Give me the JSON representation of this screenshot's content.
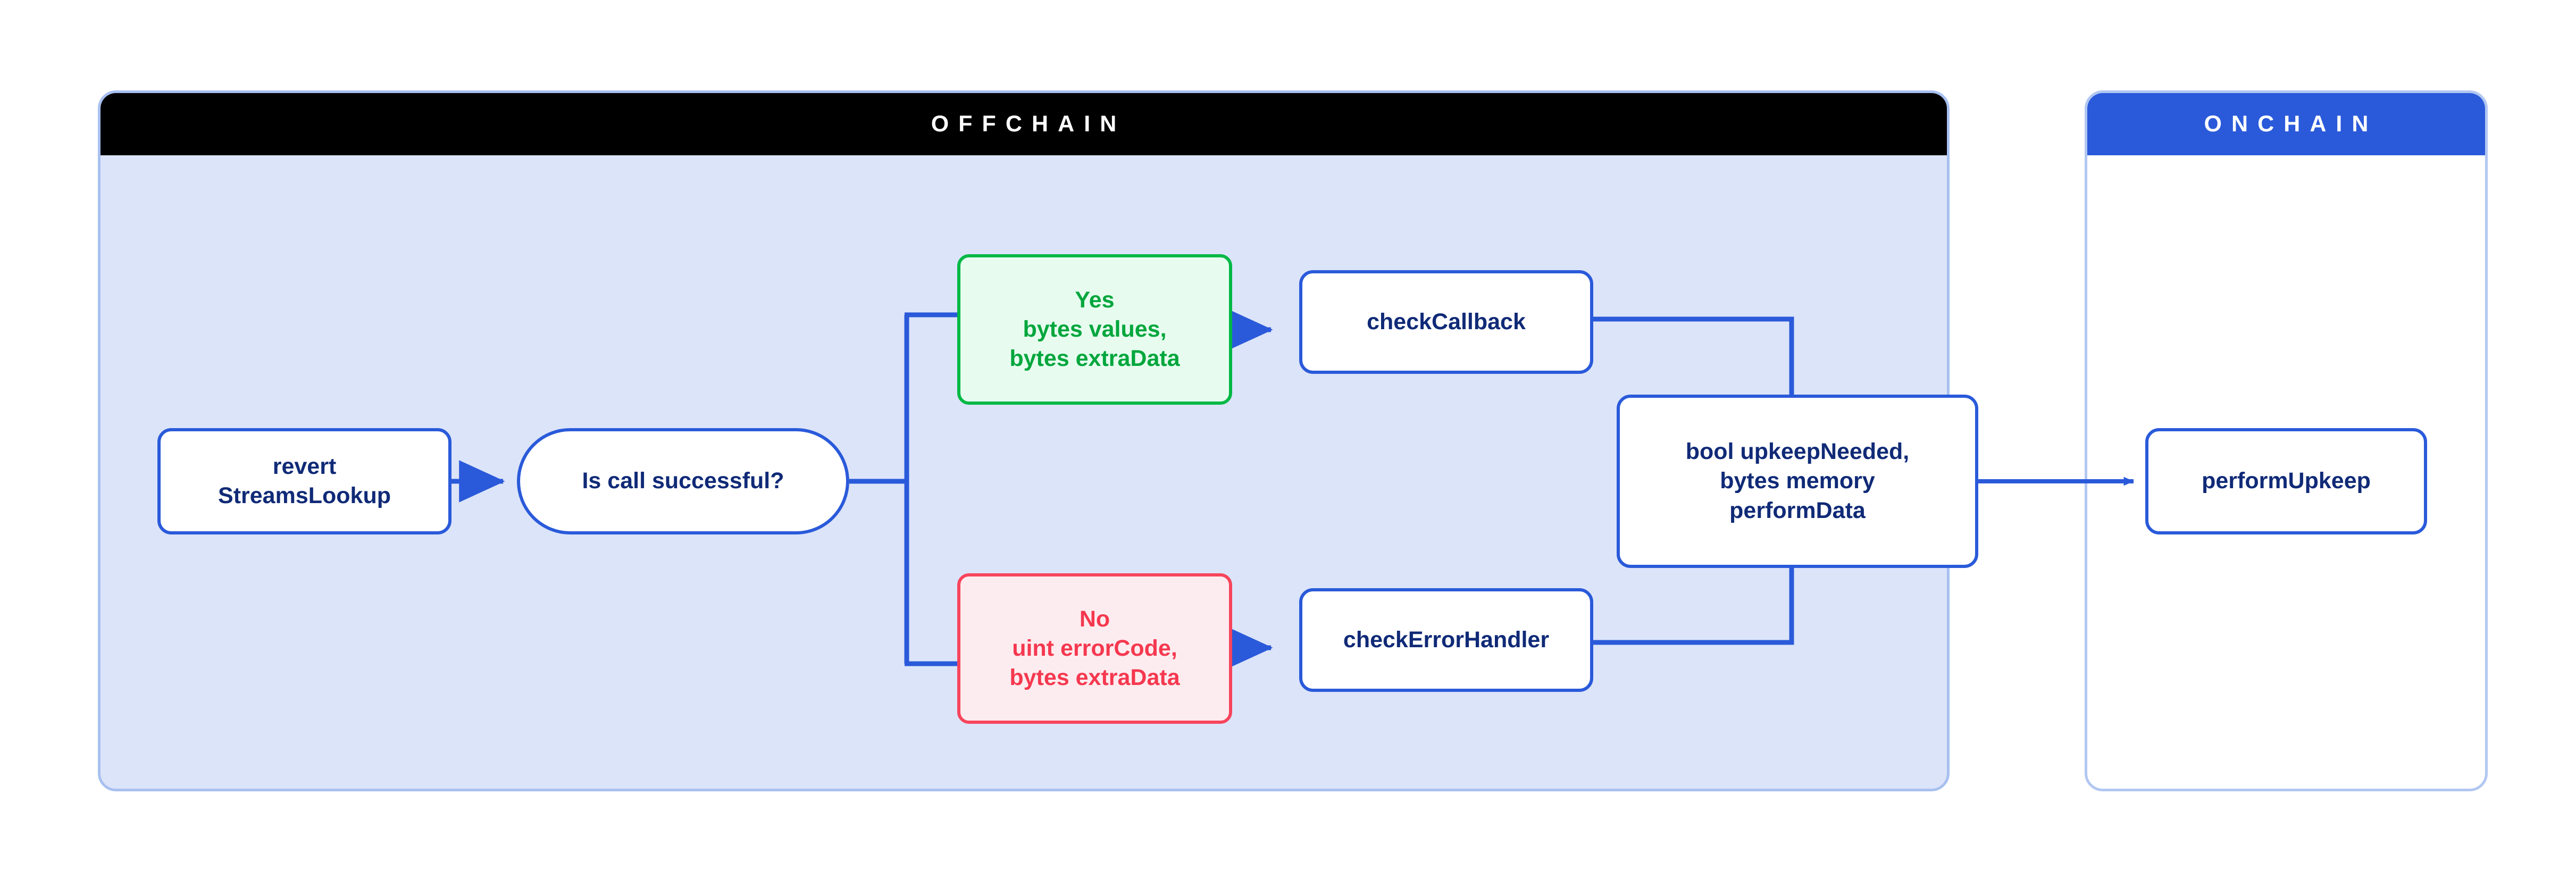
{
  "diagram": {
    "title": "Chainlink Automation StreamsLookup offchain/onchain flow",
    "colors": {
      "accent_blue": "#2a5ada",
      "node_text_navy": "#102a77",
      "offchain_panel_bg": "#dce4f9",
      "offchain_panel_border": "#a8c0f0",
      "offchain_header_bg": "#000000",
      "onchain_panel_bg": "#ffffff",
      "onchain_header_bg": "#2a5ada",
      "success_green": "#00b845",
      "success_green_bg": "#e7fcef",
      "error_red": "#f7455c",
      "error_red_bg": "#fdecef"
    }
  },
  "panels": {
    "offchain": {
      "header": "OFFCHAIN"
    },
    "onchain": {
      "header": "ONCHAIN"
    }
  },
  "nodes": {
    "revert": {
      "label": "revert\nStreamsLookup",
      "shape": "rounded-rect"
    },
    "decision": {
      "label": "Is call successful?",
      "shape": "stadium"
    },
    "yes_branch": {
      "label": "Yes\nbytes values,\nbytes extraData",
      "shape": "rounded-rect"
    },
    "no_branch": {
      "label": "No\nuint errorCode,\nbytes extraData",
      "shape": "rounded-rect"
    },
    "check_callback": {
      "label": "checkCallback",
      "shape": "rounded-rect"
    },
    "check_error_handler": {
      "label": "checkErrorHandler",
      "shape": "rounded-rect"
    },
    "upkeep_needed": {
      "label": "bool upkeepNeeded,\nbytes memory\nperformData",
      "shape": "rounded-rect"
    },
    "perform_upkeep": {
      "label": "performUpkeep",
      "shape": "rounded-rect"
    }
  },
  "edges": [
    {
      "from": "revert",
      "to": "decision",
      "arrow": true
    },
    {
      "from": "decision",
      "to": "yes_branch",
      "arrow": false
    },
    {
      "from": "decision",
      "to": "no_branch",
      "arrow": false
    },
    {
      "from": "yes_branch",
      "to": "check_callback",
      "arrow": true
    },
    {
      "from": "no_branch",
      "to": "check_error_handler",
      "arrow": true
    },
    {
      "from": "check_callback",
      "to": "upkeep_needed",
      "arrow": false
    },
    {
      "from": "check_error_handler",
      "to": "upkeep_needed",
      "arrow": false
    },
    {
      "from": "upkeep_needed",
      "to": "perform_upkeep",
      "arrow": true
    }
  ]
}
